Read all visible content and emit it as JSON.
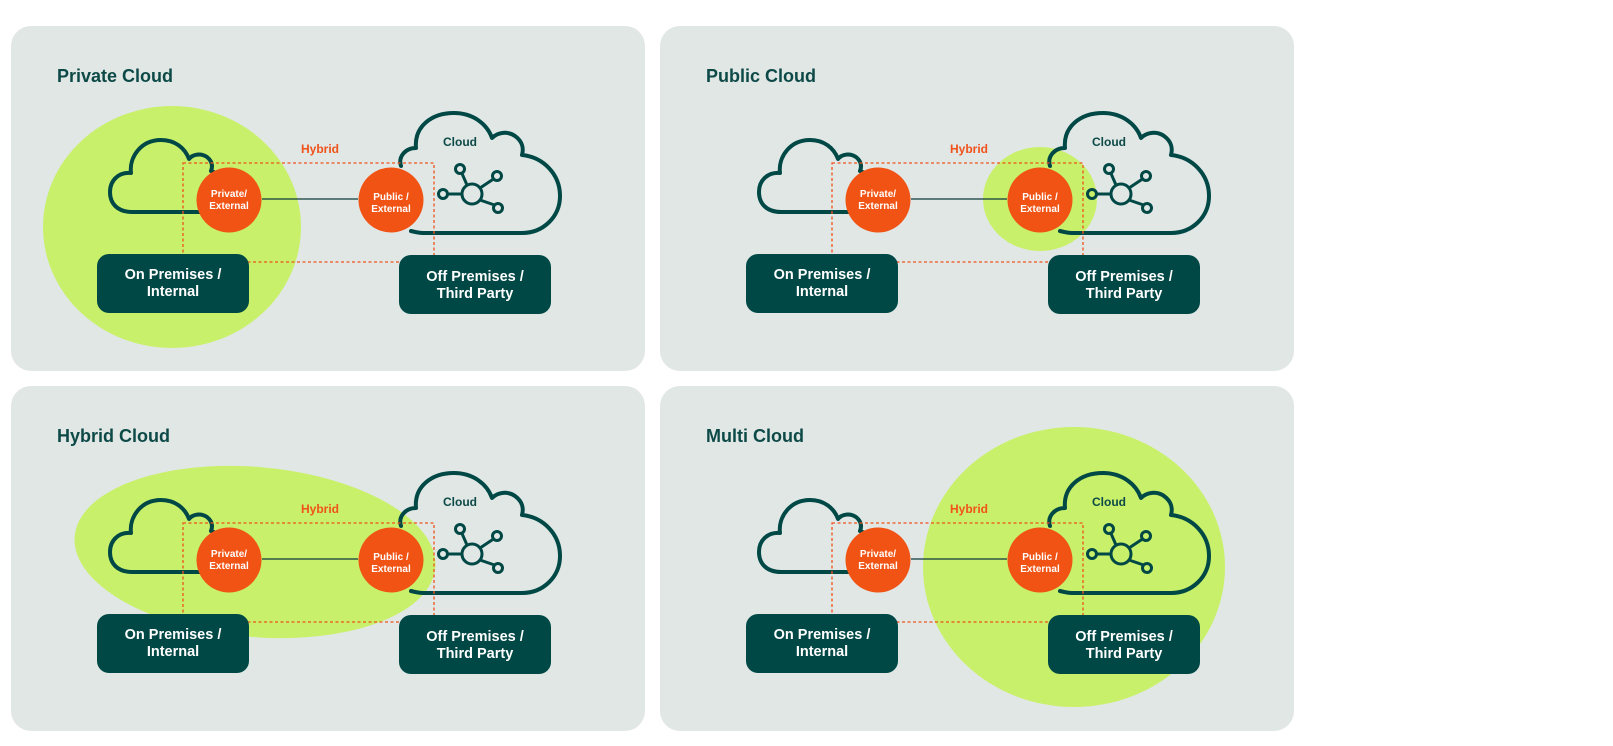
{
  "colors": {
    "background": "#ffffff",
    "panel": "#e1e7e5",
    "scope_highlight": "#c9f06a",
    "endpoint": "#f05314",
    "hybrid_accent": "#f0521a",
    "dark_teal": "#004845",
    "title": "#0d4a47"
  },
  "icons": {
    "on_premises": "cloud-outline-icon",
    "third_party": "cloud-network-icon"
  },
  "panels": [
    {
      "id": "private",
      "title": "Private Cloud",
      "highlight": "on-premises side",
      "hybrid_label": "Hybrid",
      "cloud_label": "Cloud",
      "private_endpoint": [
        "Private/",
        "External"
      ],
      "public_endpoint": [
        "Public /",
        "External"
      ],
      "on_premises_box": [
        "On Premises /",
        "Internal"
      ],
      "off_premises_box": [
        "Off Premises /",
        "Third Party"
      ]
    },
    {
      "id": "public",
      "title": "Public Cloud",
      "highlight": "public endpoint",
      "hybrid_label": "Hybrid",
      "cloud_label": "Cloud",
      "private_endpoint": [
        "Private/",
        "External"
      ],
      "public_endpoint": [
        "Public /",
        "External"
      ],
      "on_premises_box": [
        "On Premises /",
        "Internal"
      ],
      "off_premises_box": [
        "Off Premises /",
        "Third Party"
      ]
    },
    {
      "id": "hybrid",
      "title": "Hybrid Cloud",
      "highlight": "both endpoints",
      "hybrid_label": "Hybrid",
      "cloud_label": "Cloud",
      "private_endpoint": [
        "Private/",
        "External"
      ],
      "public_endpoint": [
        "Public /",
        "External"
      ],
      "on_premises_box": [
        "On Premises /",
        "Internal"
      ],
      "off_premises_box": [
        "Off Premises /",
        "Third Party"
      ]
    },
    {
      "id": "multi",
      "title": "Multi Cloud",
      "highlight": "third-party side",
      "hybrid_label": "Hybrid",
      "cloud_label": "Cloud",
      "private_endpoint": [
        "Private/",
        "External"
      ],
      "public_endpoint": [
        "Public /",
        "External"
      ],
      "on_premises_box": [
        "On Premises /",
        "Internal"
      ],
      "off_premises_box": [
        "Off Premises /",
        "Third Party"
      ]
    }
  ]
}
